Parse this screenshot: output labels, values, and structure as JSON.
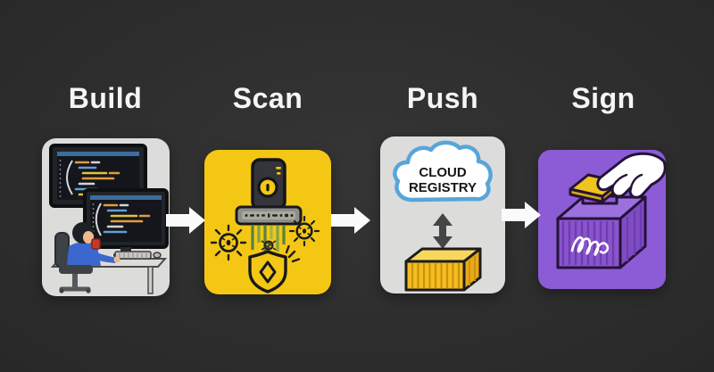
{
  "diagram": {
    "background_color": "#2e2e2e",
    "label_color": "#f5f5f5",
    "arrow_color": "#fbfbfb",
    "steps": [
      {
        "label": "Build",
        "icon": "developer-workstation-icon",
        "panel_color": "#dcdcda",
        "panel_style": "background:#dcdcda"
      },
      {
        "label": "Scan",
        "icon": "vulnerability-scan-shredder-icon",
        "panel_color": "#f4c714",
        "panel_style": "background:#f4c714"
      },
      {
        "label": "Push",
        "icon": "cloud-registry-upload-icon",
        "panel_color": "#dcdcda",
        "panel_style": "background:#dcdcda",
        "cloud": {
          "line1": "CLOUD",
          "line2": "REGISTRY"
        }
      },
      {
        "label": "Sign",
        "icon": "hand-signing-container-icon",
        "panel_color": "#8b5cd6",
        "panel_style": "background:#8b5cd6"
      }
    ],
    "colors": {
      "scan_yellow": "#f4c714",
      "sign_purple": "#8b5cd6",
      "cloud_outline_blue": "#57a5da",
      "container_yellow": "#f5bd1f",
      "shred_green": "#55823d",
      "monitor_code_orange": "#e09b3d",
      "monitor_code_blue": "#5f9fd8"
    }
  }
}
